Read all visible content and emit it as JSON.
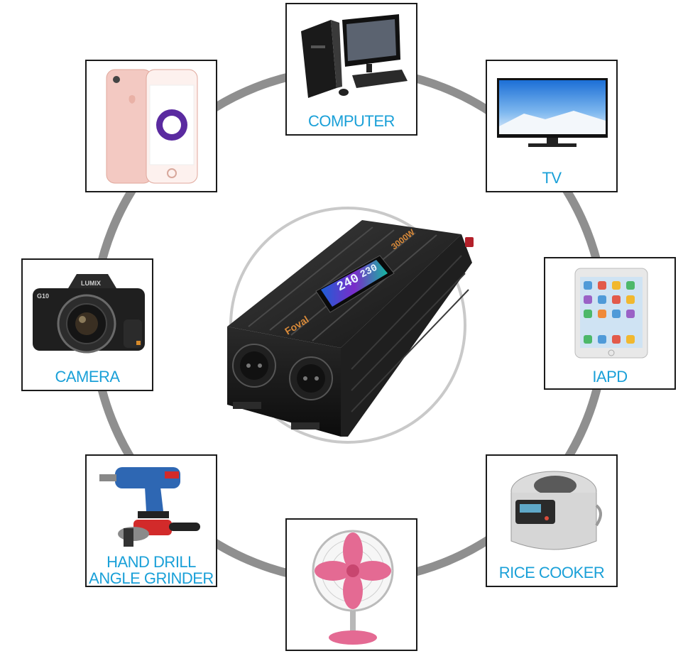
{
  "colors": {
    "ring": "#8f8f8f",
    "inner_ring": "#c9c9c9",
    "label": "#1aa0d8",
    "card_border": "#1b1b1b"
  },
  "devices": {
    "computer": {
      "label": "COMPUTER",
      "icon": "computer-icon"
    },
    "tv": {
      "label": "TV",
      "icon": "tv-icon"
    },
    "ipad": {
      "label": "IAPD",
      "icon": "tablet-icon"
    },
    "rice_cooker": {
      "label": "RICE COOKER",
      "icon": "rice-cooker-icon"
    },
    "fan": {
      "label": "",
      "icon": "fan-icon"
    },
    "drill": {
      "label_line1": "HAND DRILL",
      "label_line2": "ANGLE GRINDER",
      "icon": "drill-icon"
    },
    "camera": {
      "label": "CAMERA",
      "icon": "camera-icon"
    },
    "phone": {
      "label": "",
      "icon": "phone-icon"
    }
  },
  "inverter": {
    "brand": "Foval",
    "power": "3000W",
    "display_left": "240",
    "display_right": "230"
  }
}
